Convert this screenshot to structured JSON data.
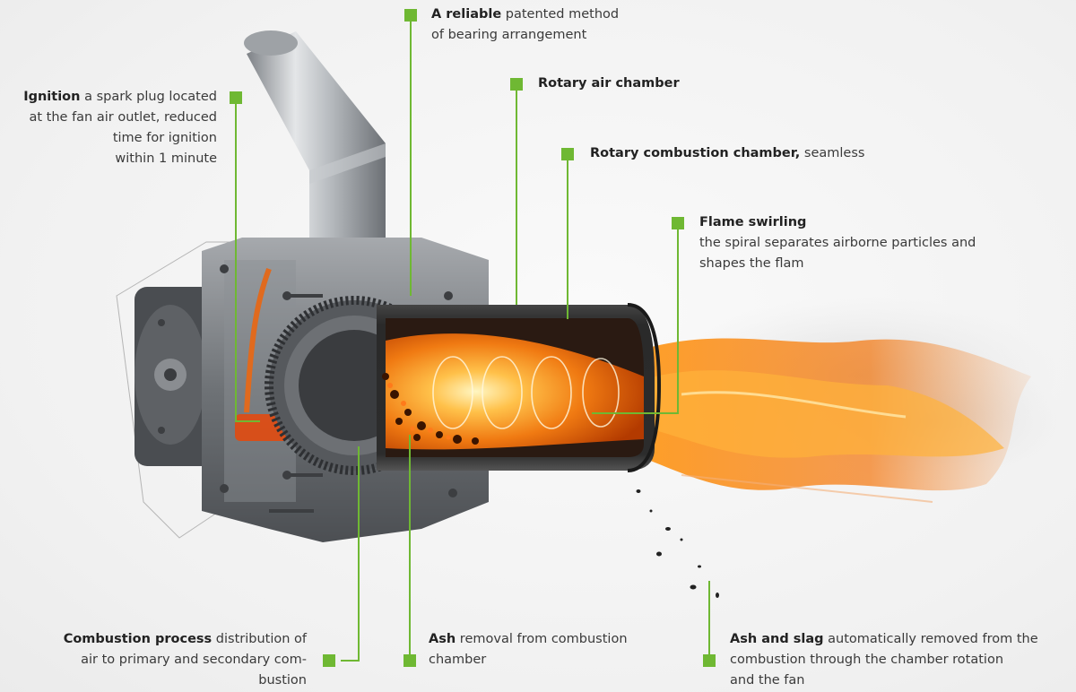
{
  "accent_color": "#6fb833",
  "callouts": [
    {
      "id": "bearing",
      "bold": "A reliable",
      "rest": "patented method",
      "line2": "of bearing arrangement"
    },
    {
      "id": "ignition",
      "bold": "Ignition",
      "rest": "a spark plug located",
      "line2": "at the fan air outlet, reduced",
      "line3": "time for ignition",
      "line4": "within 1 minute"
    },
    {
      "id": "rotary-air",
      "bold": "Rotary air chamber",
      "rest": ""
    },
    {
      "id": "rotary-combustion",
      "bold": "Rotary combustion chamber,",
      "rest": "seamless"
    },
    {
      "id": "flame",
      "bold": "Flame swirling",
      "line2": "the spiral separates airborne particles and",
      "line3": "shapes the flam"
    },
    {
      "id": "combustion-process",
      "bold": "Combustion process",
      "rest": "distribution of",
      "line2": "air to primary and secondary com-",
      "line3": "bustion"
    },
    {
      "id": "ash-removal",
      "bold": "Ash",
      "rest": "removal from combustion",
      "line2": "chamber"
    },
    {
      "id": "ash-slag",
      "bold": "Ash and slag",
      "rest": "automatically removed from the",
      "line2": "combustion through the chamber rotation",
      "line3": "and the fan"
    }
  ]
}
